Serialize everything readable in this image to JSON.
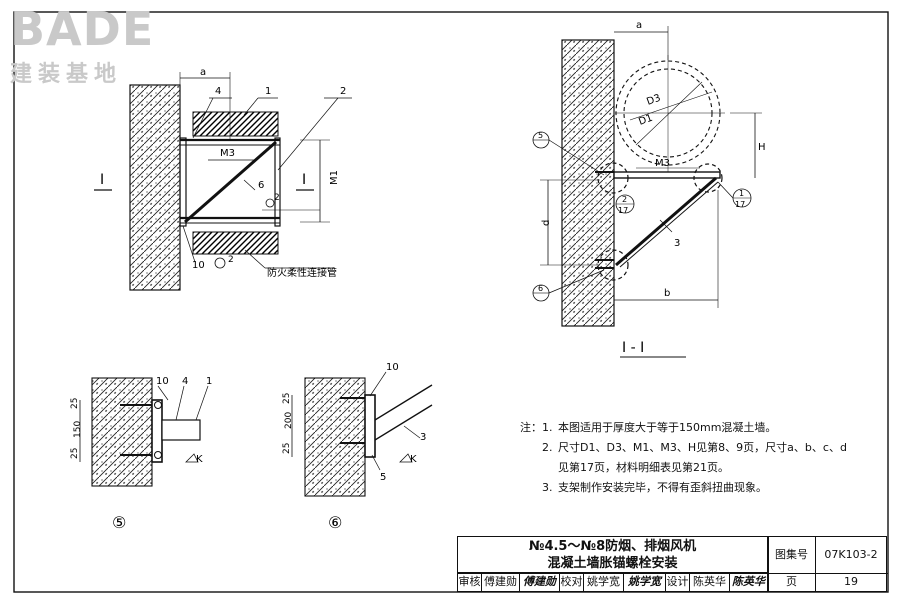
{
  "watermark": {
    "brand": "BADE",
    "subtitle": "建装基地"
  },
  "labels": {
    "a": "a",
    "num1": "1",
    "num2": "2",
    "num3": "3",
    "num4": "4",
    "num5": "5",
    "num6": "6",
    "num10": "10",
    "num17": "17",
    "m3": "M3",
    "m1": "M1",
    "d1": "D1",
    "d3": "D3",
    "h": "H",
    "d": "d",
    "b": "b",
    "k": "K",
    "sec": "I",
    "section_title": "I - I",
    "flex_pipe": "防火柔性连接管",
    "dim_25": "25",
    "dim_150": "150",
    "dim_200": "200",
    "detail5": "⑤",
    "detail6": "⑥"
  },
  "notes": {
    "header": "注：",
    "items": [
      {
        "num": "1.",
        "text": "本图适用于厚度大于等于150mm混凝土墙。"
      },
      {
        "num": "2.",
        "text": "尺寸D1、D3、M1、M3、H见第8、9页，尺寸a、b、c、d"
      },
      {
        "num": "",
        "text": "见第17页，材料明细表见第21页。"
      },
      {
        "num": "3.",
        "text": "支架制作安装完毕，不得有歪斜扭曲现象。"
      }
    ]
  },
  "title_block": {
    "title_line1": "№4.5～№8防烟、排烟风机",
    "title_line2": "混凝土墙胀锚螺栓安装",
    "atlas_label": "图集号",
    "atlas_no": "07K103-2",
    "review_label": "审核",
    "reviewer": "傅建勋",
    "check_label": "校对",
    "checker": "姚学宽",
    "design_label": "设计",
    "designer": "陈英华",
    "page_label": "页",
    "page_no": "19"
  }
}
